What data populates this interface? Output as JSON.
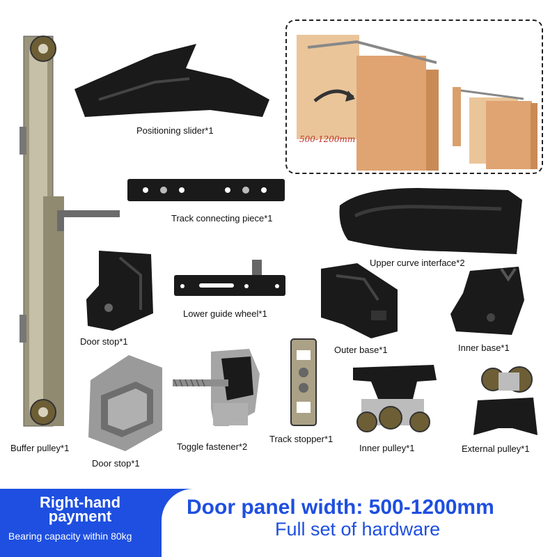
{
  "labels": {
    "positioning_slider": "Positioning slider*1",
    "track_connecting_piece": "Track connecting piece*1",
    "upper_curve_interface": "Upper curve interface*2",
    "lower_guide_wheel": "Lower guide wheel*1",
    "door_stop_top": "Door stop*1",
    "outer_base": "Outer base*1",
    "inner_base": "Inner base*1",
    "buffer_pulley": "Buffer pulley*1",
    "door_stop_bottom": "Door stop*1",
    "toggle_fastener": "Toggle fastener*2",
    "track_stopper": "Track stopper*1",
    "inner_pulley": "Inner pulley*1",
    "external_pulley": "External pulley*1"
  },
  "inset": {
    "width_range": "500-1200mm"
  },
  "banner": {
    "right_hand": "Right-hand payment",
    "bearing": "Bearing capacity within 80kg",
    "door_panel_width": "Door panel width: 500-1200mm",
    "full_set": "Full set of hardware"
  },
  "colors": {
    "banner_blue": "#1e4fe0",
    "hardware_black": "#1a1a1a",
    "door_wood": "#e8b98a",
    "stopper_grey": "#9a9a9a",
    "inset_red": "#c03030"
  }
}
